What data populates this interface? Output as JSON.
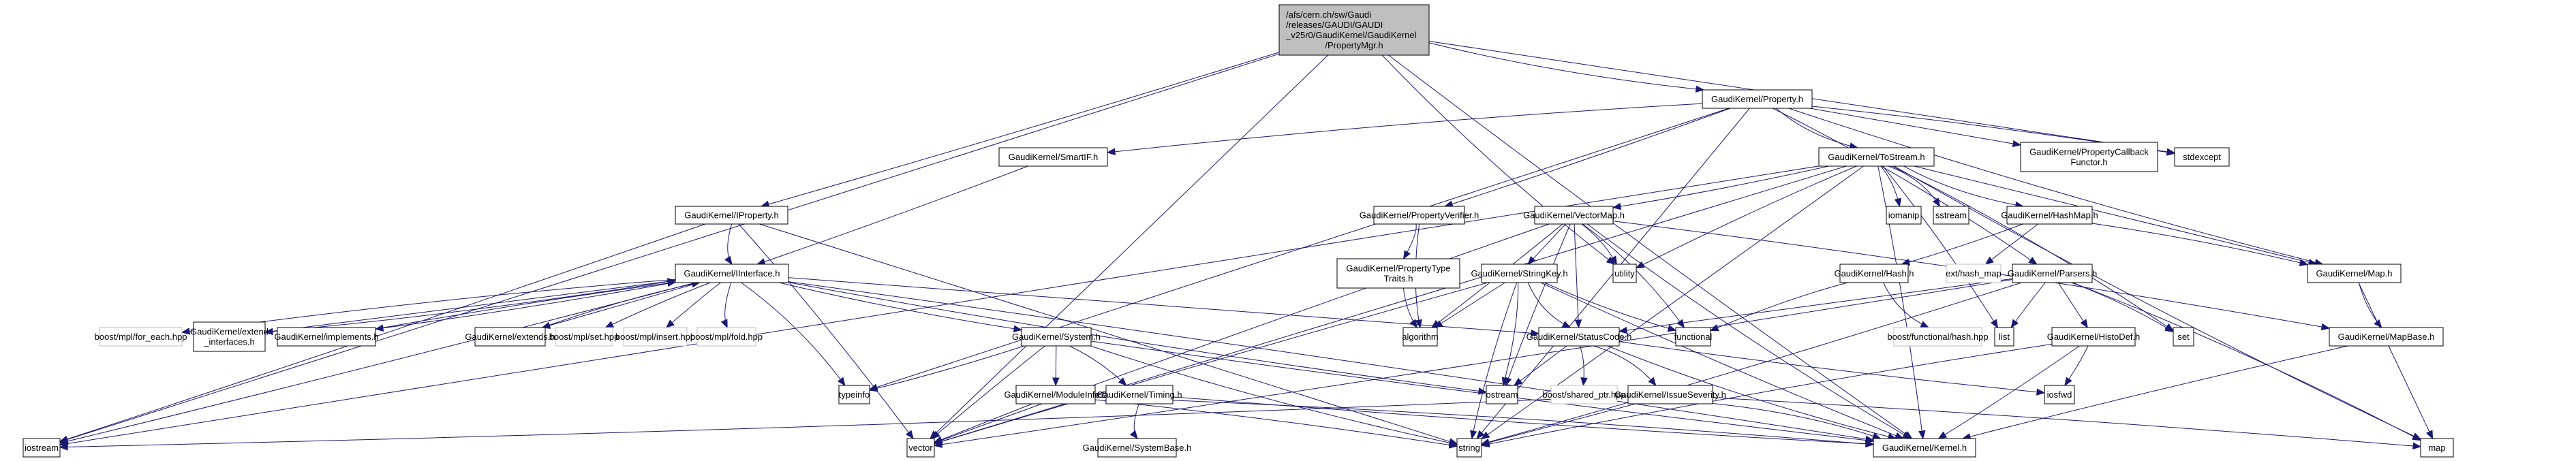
{
  "diagram": {
    "title": "Include dependency graph for PropertyMgr.h",
    "colors": {
      "edge": "#191970",
      "root_fill": "#bfbfbf",
      "node_border": "#000000",
      "external_border": "#bfbfbf"
    },
    "nodes": [
      {
        "id": "root",
        "lines": [
          "/afs/cern.ch/sw/Gaudi",
          "/releases/GAUDI/GAUDI",
          "_v25r0/GaudiKernel/GaudiKernel",
          "/PropertyMgr.h"
        ],
        "kind": "root"
      },
      {
        "id": "property",
        "lines": [
          "GaudiKernel/Property.h"
        ],
        "kind": "local"
      },
      {
        "id": "propcb",
        "lines": [
          "GaudiKernel/PropertyCallback",
          "Functor.h"
        ],
        "kind": "local"
      },
      {
        "id": "stdexcept",
        "lines": [
          "stdexcept"
        ],
        "kind": "local"
      },
      {
        "id": "smartif",
        "lines": [
          "GaudiKernel/SmartIF.h"
        ],
        "kind": "local"
      },
      {
        "id": "tostream",
        "lines": [
          "GaudiKernel/ToStream.h"
        ],
        "kind": "local"
      },
      {
        "id": "iproperty",
        "lines": [
          "GaudiKernel/IProperty.h"
        ],
        "kind": "local"
      },
      {
        "id": "propverifier",
        "lines": [
          "GaudiKernel/PropertyVerifier.h"
        ],
        "kind": "local"
      },
      {
        "id": "vectormap",
        "lines": [
          "GaudiKernel/VectorMap.h"
        ],
        "kind": "local"
      },
      {
        "id": "iomanip",
        "lines": [
          "iomanip"
        ],
        "kind": "local"
      },
      {
        "id": "sstream",
        "lines": [
          "sstream"
        ],
        "kind": "local"
      },
      {
        "id": "hashmap",
        "lines": [
          "GaudiKernel/HashMap.h"
        ],
        "kind": "local"
      },
      {
        "id": "maph",
        "lines": [
          "GaudiKernel/Map.h"
        ],
        "kind": "local"
      },
      {
        "id": "iinterface",
        "lines": [
          "GaudiKernel/IInterface.h"
        ],
        "kind": "local"
      },
      {
        "id": "proptypetraits",
        "lines": [
          "GaudiKernel/PropertyType",
          "Traits.h"
        ],
        "kind": "local"
      },
      {
        "id": "stringkey",
        "lines": [
          "GaudiKernel/StringKey.h"
        ],
        "kind": "local"
      },
      {
        "id": "utility",
        "lines": [
          "utility"
        ],
        "kind": "local"
      },
      {
        "id": "hash",
        "lines": [
          "GaudiKernel/Hash.h"
        ],
        "kind": "local"
      },
      {
        "id": "exthashmap",
        "lines": [
          "ext/hash_map"
        ],
        "kind": "external"
      },
      {
        "id": "parsers",
        "lines": [
          "GaudiKernel/Parsers.h"
        ],
        "kind": "local"
      },
      {
        "id": "mplforeach",
        "lines": [
          "boost/mpl/for_each.hpp"
        ],
        "kind": "external"
      },
      {
        "id": "extendifaces",
        "lines": [
          "GaudiKernel/extend",
          "_interfaces.h"
        ],
        "kind": "local"
      },
      {
        "id": "implements",
        "lines": [
          "GaudiKernel/implements.h"
        ],
        "kind": "local"
      },
      {
        "id": "extends",
        "lines": [
          "GaudiKernel/extends.h"
        ],
        "kind": "local"
      },
      {
        "id": "mplset",
        "lines": [
          "boost/mpl/set.hpp"
        ],
        "kind": "external"
      },
      {
        "id": "mplinsert",
        "lines": [
          "boost/mpl/insert.hpp"
        ],
        "kind": "external"
      },
      {
        "id": "mplfold",
        "lines": [
          "boost/mpl/fold.hpp"
        ],
        "kind": "external"
      },
      {
        "id": "system",
        "lines": [
          "GaudiKernel/System.h"
        ],
        "kind": "local"
      },
      {
        "id": "algorithm",
        "lines": [
          "algorithm"
        ],
        "kind": "local"
      },
      {
        "id": "statuscode",
        "lines": [
          "GaudiKernel/StatusCode.h"
        ],
        "kind": "local"
      },
      {
        "id": "functional",
        "lines": [
          "functional"
        ],
        "kind": "local"
      },
      {
        "id": "boosthash",
        "lines": [
          "boost/functional/hash.hpp"
        ],
        "kind": "external"
      },
      {
        "id": "list",
        "lines": [
          "list"
        ],
        "kind": "local"
      },
      {
        "id": "histodef",
        "lines": [
          "GaudiKernel/HistoDef.h"
        ],
        "kind": "local"
      },
      {
        "id": "set",
        "lines": [
          "set"
        ],
        "kind": "local"
      },
      {
        "id": "mapbase",
        "lines": [
          "GaudiKernel/MapBase.h"
        ],
        "kind": "local"
      },
      {
        "id": "typeinfo",
        "lines": [
          "typeinfo"
        ],
        "kind": "local"
      },
      {
        "id": "moduleinfo",
        "lines": [
          "GaudiKernel/ModuleInfo.h"
        ],
        "kind": "local"
      },
      {
        "id": "timing",
        "lines": [
          "GaudiKernel/Timing.h"
        ],
        "kind": "local"
      },
      {
        "id": "ostream",
        "lines": [
          "ostream"
        ],
        "kind": "local"
      },
      {
        "id": "sharedptr",
        "lines": [
          "boost/shared_ptr.hpp"
        ],
        "kind": "external"
      },
      {
        "id": "issueseverity",
        "lines": [
          "GaudiKernel/IssueSeverity.h"
        ],
        "kind": "local"
      },
      {
        "id": "iosfwd",
        "lines": [
          "iosfwd"
        ],
        "kind": "local"
      },
      {
        "id": "iostream",
        "lines": [
          "iostream"
        ],
        "kind": "local"
      },
      {
        "id": "vector",
        "lines": [
          "vector"
        ],
        "kind": "local"
      },
      {
        "id": "systembase",
        "lines": [
          "GaudiKernel/SystemBase.h"
        ],
        "kind": "local"
      },
      {
        "id": "string",
        "lines": [
          "string"
        ],
        "kind": "local"
      },
      {
        "id": "kernel",
        "lines": [
          "GaudiKernel/Kernel.h"
        ],
        "kind": "local"
      },
      {
        "id": "map",
        "lines": [
          "map"
        ],
        "kind": "local"
      }
    ],
    "edges": [
      [
        "root",
        "property"
      ],
      [
        "root",
        "iproperty"
      ],
      [
        "root",
        "stdexcept"
      ],
      [
        "root",
        "iostream"
      ],
      [
        "root",
        "vector"
      ],
      [
        "root",
        "utility"
      ],
      [
        "root",
        "kernel"
      ],
      [
        "property",
        "propcb"
      ],
      [
        "property",
        "stdexcept"
      ],
      [
        "property",
        "smartif"
      ],
      [
        "property",
        "tostream"
      ],
      [
        "property",
        "propverifier"
      ],
      [
        "property",
        "typeinfo"
      ],
      [
        "property",
        "string"
      ],
      [
        "property",
        "parsers"
      ],
      [
        "property",
        "maph"
      ],
      [
        "smartif",
        "iinterface"
      ],
      [
        "tostream",
        "iostream"
      ],
      [
        "tostream",
        "iomanip"
      ],
      [
        "tostream",
        "sstream"
      ],
      [
        "tostream",
        "hashmap"
      ],
      [
        "tostream",
        "vectormap"
      ],
      [
        "tostream",
        "vector"
      ],
      [
        "tostream",
        "list"
      ],
      [
        "tostream",
        "set"
      ],
      [
        "tostream",
        "map"
      ],
      [
        "tostream",
        "string"
      ],
      [
        "tostream",
        "maph"
      ],
      [
        "tostream",
        "kernel"
      ],
      [
        "tostream",
        "utility"
      ],
      [
        "iproperty",
        "iinterface"
      ],
      [
        "iproperty",
        "iostream"
      ],
      [
        "iproperty",
        "string"
      ],
      [
        "iproperty",
        "vector"
      ],
      [
        "propverifier",
        "proptypetraits"
      ],
      [
        "propverifier",
        "algorithm"
      ],
      [
        "proptypetraits",
        "algorithm"
      ],
      [
        "vectormap",
        "stringkey"
      ],
      [
        "vectormap",
        "utility"
      ],
      [
        "vectormap",
        "functional"
      ],
      [
        "vectormap",
        "algorithm"
      ],
      [
        "vectormap",
        "ostream"
      ],
      [
        "vectormap",
        "statuscode"
      ],
      [
        "vectormap",
        "vector"
      ],
      [
        "vectormap",
        "mapbase"
      ],
      [
        "vectormap",
        "kernel"
      ],
      [
        "hashmap",
        "hash"
      ],
      [
        "hashmap",
        "exthashmap"
      ],
      [
        "hashmap",
        "maph"
      ],
      [
        "hash",
        "functional"
      ],
      [
        "hash",
        "boosthash"
      ],
      [
        "maph",
        "mapbase"
      ],
      [
        "maph",
        "map"
      ],
      [
        "mapbase",
        "kernel"
      ],
      [
        "iinterface",
        "mplforeach"
      ],
      [
        "iinterface",
        "extendifaces"
      ],
      [
        "iinterface",
        "implements"
      ],
      [
        "iinterface",
        "extends"
      ],
      [
        "iinterface",
        "mplset"
      ],
      [
        "iinterface",
        "mplinsert"
      ],
      [
        "iinterface",
        "mplfold"
      ],
      [
        "iinterface",
        "system"
      ],
      [
        "iinterface",
        "statuscode"
      ],
      [
        "iinterface",
        "kernel"
      ],
      [
        "iinterface",
        "typeinfo"
      ],
      [
        "iinterface",
        "ostream"
      ],
      [
        "iinterface",
        "iostream"
      ],
      [
        "extendifaces",
        "iinterface"
      ],
      [
        "implements",
        "iinterface"
      ],
      [
        "extends",
        "iinterface"
      ],
      [
        "stringkey",
        "string"
      ],
      [
        "stringkey",
        "functional"
      ],
      [
        "stringkey",
        "algorithm"
      ],
      [
        "stringkey",
        "vector"
      ],
      [
        "stringkey",
        "ostream"
      ],
      [
        "stringkey",
        "statuscode"
      ],
      [
        "stringkey",
        "kernel"
      ],
      [
        "statuscode",
        "ostream"
      ],
      [
        "statuscode",
        "sharedptr"
      ],
      [
        "statuscode",
        "issueseverity"
      ],
      [
        "statuscode",
        "kernel"
      ],
      [
        "statuscode",
        "iosfwd"
      ],
      [
        "issueseverity",
        "string"
      ],
      [
        "issueseverity",
        "map"
      ],
      [
        "issueseverity",
        "kernel"
      ],
      [
        "issueseverity",
        "iostream"
      ],
      [
        "parsers",
        "list"
      ],
      [
        "parsers",
        "histodef"
      ],
      [
        "parsers",
        "set"
      ],
      [
        "parsers",
        "map"
      ],
      [
        "parsers",
        "string"
      ],
      [
        "parsers",
        "vector"
      ],
      [
        "parsers",
        "statuscode"
      ],
      [
        "histodef",
        "iosfwd"
      ],
      [
        "histodef",
        "string"
      ],
      [
        "histodef",
        "kernel"
      ],
      [
        "system",
        "typeinfo"
      ],
      [
        "system",
        "moduleinfo"
      ],
      [
        "system",
        "timing"
      ],
      [
        "system",
        "vector"
      ],
      [
        "system",
        "string"
      ],
      [
        "system",
        "kernel"
      ],
      [
        "moduleinfo",
        "vector"
      ],
      [
        "moduleinfo",
        "string"
      ],
      [
        "moduleinfo",
        "kernel"
      ],
      [
        "timing",
        "systembase"
      ],
      [
        "timing",
        "kernel"
      ]
    ]
  }
}
